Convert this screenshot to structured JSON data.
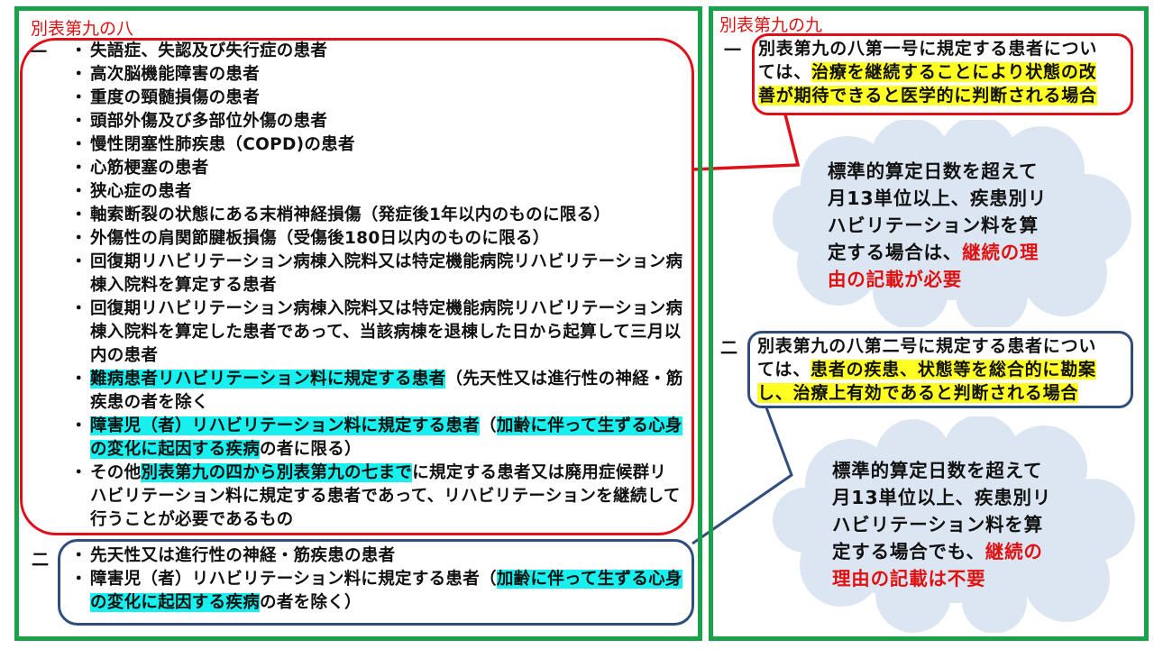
{
  "left": {
    "title": "別表第九の八",
    "section1": {
      "number": "一",
      "items": [
        {
          "parts": [
            {
              "t": "失語症、失認及び失行症の患者"
            }
          ]
        },
        {
          "parts": [
            {
              "t": "高次脳機能障害の患者"
            }
          ]
        },
        {
          "parts": [
            {
              "t": "重度の頸髄損傷の患者"
            }
          ]
        },
        {
          "parts": [
            {
              "t": "頭部外傷及び多部位外傷の患者"
            }
          ]
        },
        {
          "parts": [
            {
              "t": "慢性閉塞性肺疾患（COPD)の患者"
            }
          ]
        },
        {
          "parts": [
            {
              "t": "心筋梗塞の患者"
            }
          ]
        },
        {
          "parts": [
            {
              "t": "狭心症の患者"
            }
          ]
        },
        {
          "parts": [
            {
              "t": "軸索断裂の状態にある末梢神経損傷（発症後1年以内のものに限る）"
            }
          ]
        },
        {
          "parts": [
            {
              "t": "外傷性の肩関節腱板損傷（受傷後180日以内のものに限る）"
            }
          ]
        },
        {
          "parts": [
            {
              "t": "回復期リハビリテーション病棟入院料又は特定機能病院リハビリテーション病棟入院料を算定する患者"
            }
          ]
        },
        {
          "parts": [
            {
              "t": "回復期リハビリテーション病棟入院料又は特定機能病院リハビリテーション病棟入院料を算定した患者であって、当該病棟を退棟した日から起算して三月以内の患者"
            }
          ]
        },
        {
          "parts": [
            {
              "t": "難病患者リハビリテーション料に規定する患者",
              "hl": "cyan"
            },
            {
              "t": "（先天性又は進行性の神経・筋疾患の者を除く"
            }
          ]
        },
        {
          "parts": [
            {
              "t": "障害児（者）リハビリテーション料に規定する患者",
              "hl": "cyan"
            },
            {
              "t": "（"
            },
            {
              "t": "加齢に伴って生ずる心身の変化に起因する疾病",
              "hl": "cyan"
            },
            {
              "t": "の者に限る）"
            }
          ]
        },
        {
          "parts": [
            {
              "t": "その他"
            },
            {
              "t": "別表第九の四から別表第九の七まで",
              "hl": "cyan"
            },
            {
              "t": "に規定する患者又は廃用症候群リハビリテーション料に規定する患者であって、リハビリテーションを継続して行うことが必要であるもの"
            }
          ]
        }
      ]
    },
    "section2": {
      "number": "二",
      "items": [
        {
          "parts": [
            {
              "t": "先天性又は進行性の神経・筋疾患の患者"
            }
          ]
        },
        {
          "parts": [
            {
              "t": "障害児（者）リハビリテーション料に規定する患者（"
            },
            {
              "t": "加齢に伴って生ずる心身の変化に起因する疾病",
              "hl": "cyan"
            },
            {
              "t": "の者を除く）"
            }
          ]
        }
      ]
    }
  },
  "right": {
    "title": "別表第九の九",
    "section1": {
      "number": "一",
      "lines": [
        [
          {
            "t": "別表第九の八第一号に規定する患者につい"
          }
        ],
        [
          {
            "t": "ては、"
          },
          {
            "t": "治療を継続することにより状態の改",
            "hl": "yellow"
          }
        ],
        [
          {
            "t": "善が期待できると医学的に判断される場合",
            "hl": "yellow"
          }
        ]
      ],
      "cloud_lines": [
        [
          {
            "t": "標準的算定日数を超えて"
          }
        ],
        [
          {
            "t": "月13単位以上、疾患別リ"
          }
        ],
        [
          {
            "t": "ハビリテーション料を算"
          }
        ],
        [
          {
            "t": "定する場合は、"
          },
          {
            "t": "継続の理",
            "color": "red"
          }
        ],
        [
          {
            "t": "由の記載が必要",
            "color": "red"
          }
        ]
      ]
    },
    "section2": {
      "number": "二",
      "lines": [
        [
          {
            "t": "別表第九の八第二号に規定する患者につい"
          }
        ],
        [
          {
            "t": "ては、"
          },
          {
            "t": "患者の疾患、状態等を総合的に勘案",
            "hl": "yellow"
          }
        ],
        [
          {
            "t": "し、治療上有効であると判断される場合",
            "hl": "yellow"
          }
        ]
      ],
      "cloud_lines": [
        [
          {
            "t": "標準的算定日数を超えて"
          }
        ],
        [
          {
            "t": "月13単位以上、疾患別リ"
          }
        ],
        [
          {
            "t": "ハビリテーション料を算"
          }
        ],
        [
          {
            "t": "定する場合でも、"
          },
          {
            "t": "継続の",
            "color": "red"
          }
        ],
        [
          {
            "t": "理由の記載は不要",
            "color": "red"
          }
        ]
      ]
    }
  },
  "colors": {
    "panel_border": "#1aa24a",
    "red": "#e01010",
    "blue": "#2f4e7e",
    "cyan_highlight": "#18f0f0",
    "yellow_highlight": "#ffff22",
    "cloud_fill": "#dce6f2"
  }
}
